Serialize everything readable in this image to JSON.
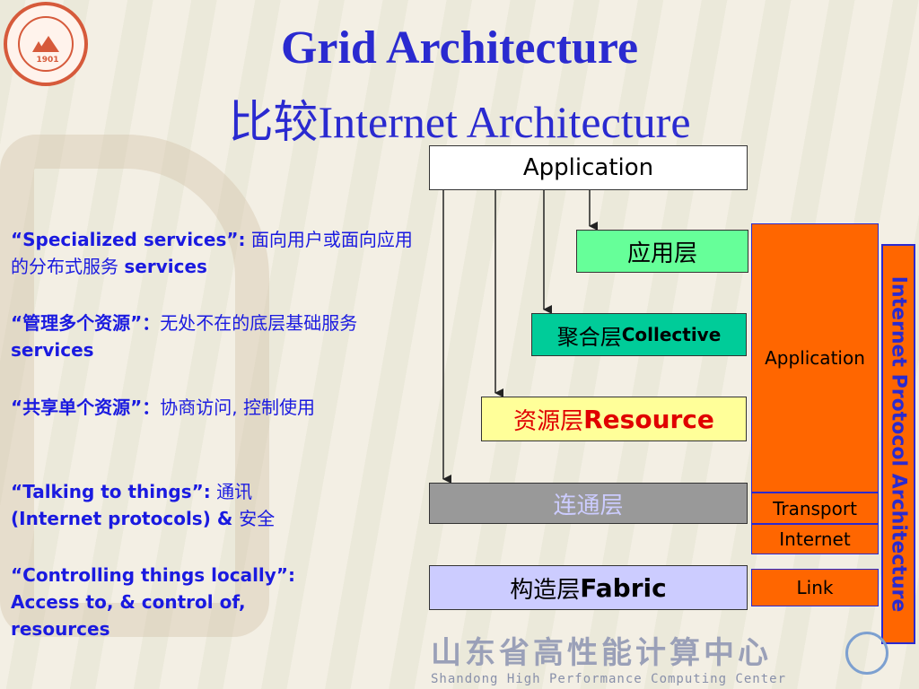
{
  "logo": {
    "year": "1901"
  },
  "title": {
    "line1": "Grid Architecture",
    "line2_cn": "比较",
    "line2_en": "Internet Architecture"
  },
  "left_text": {
    "p1_quote": "“Specialized services”:",
    "p1_rest_cn": " 面向用户或面向应用的分布式服务 ",
    "p1_services": "services",
    "p2_quote": "“管理多个资源”",
    "p2_colon": "：",
    "p2_rest_cn": "无处不在的底层基础服务",
    "p2_services": "services",
    "p3_quote": "“共享单个资源”",
    "p3_colon": "：",
    "p3_rest": "协商访问, 控制使用",
    "p4_quote": "“Talking to things”:",
    "p4_cn1": " 通讯",
    "p4_line2": "(Internet protocols) & ",
    "p4_cn2": "安全",
    "p5_line1": "“Controlling things locally”:",
    "p5_line2": "Access to, & control of,",
    "p5_line3": "resources"
  },
  "grid_layers": {
    "application": "Application",
    "app_layer_cn": "应用层",
    "collective_cn": "聚合层",
    "collective_en": "Collective",
    "resource_cn": "资源层",
    "resource_en": "Resource",
    "connectivity_cn": "连通层",
    "fabric_cn": "构造层",
    "fabric_en": "Fabric"
  },
  "internet_layers": {
    "application": "Application",
    "transport": "Transport",
    "internet": "Internet",
    "link": "Link"
  },
  "side_label": "Internet Protocol Architecture",
  "footer": {
    "cn": "山东省高性能计算中心",
    "en": "Shandong High Performance Computing Center"
  },
  "colors": {
    "title": "#2a2ad0",
    "app_layer": "#66ff99",
    "collective": "#00cc99",
    "resource": "#ffff99",
    "connectivity": "#999999",
    "fabric": "#ccccff",
    "internet_stack": "#ff6600"
  }
}
